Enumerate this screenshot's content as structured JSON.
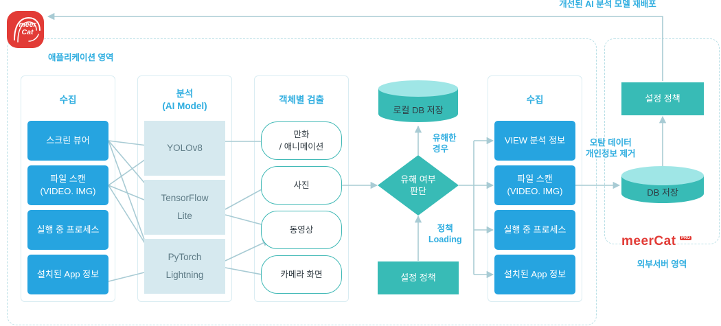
{
  "colors": {
    "blue": "#26a4e0",
    "teal": "#38bbb6",
    "cylinder_top": "#9fe6e6",
    "model_box": "#d6e9ef",
    "arrow": "#a8cbd4",
    "title": "#30aee0",
    "logo_red": "#e23b36"
  },
  "logo": {
    "icon": "meercat-logo-icon",
    "text": "meer\nCat"
  },
  "feedback_label": "개선된 AI 분석 모델 재배포",
  "app_region": {
    "caption": "애플리케이션 영역"
  },
  "server_region": {
    "caption": "외부서버 영역",
    "wordmark": "meerCat",
    "wordmark_badge": "PRO"
  },
  "collect": {
    "title": "수집",
    "items": [
      "스크린 뷰어",
      "파일 스캔\n(VIDEO. IMG)",
      "실행 중 프로세스",
      "설치된 App 정보"
    ]
  },
  "model": {
    "title": "분석\n(AI Model)",
    "items": [
      "YOLOv8",
      "TensorFlow\nLite",
      "PyTorch\nLightning"
    ]
  },
  "detect": {
    "title": "객체별 검출",
    "items": [
      "만화\n/ 애니메이션",
      "사진",
      "동영상",
      "카메라 화면"
    ]
  },
  "local_db": "로컬 DB 저장",
  "decision": "유해 여부\n판단",
  "harmful_label": "유해한\n경우",
  "policy_loading_label": "정책\nLoading",
  "policy_local": "설정 정책",
  "collect2": {
    "title": "수집",
    "items": [
      "VIEW 분석 정보",
      "파일 스캔\n(VIDEO. IMG)",
      "실행 중 프로세스",
      "설치된 App 정보"
    ]
  },
  "privacy_label": "오탐 데이터\n개인정보 제거",
  "server_db": "DB 저장",
  "policy_server": "설정 정책"
}
